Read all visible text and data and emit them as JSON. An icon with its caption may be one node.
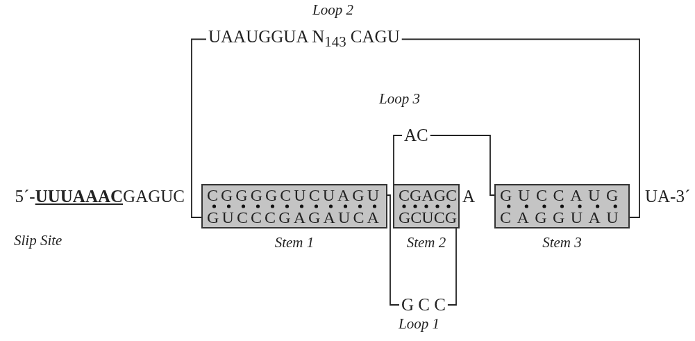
{
  "diagram": {
    "nodes": [
      {
        "text": [
          "CGGGGCUCUAGU",
          "GUCCCGAGAUCA"
        ],
        "beside": [
          "Stem 1"
        ]
      },
      {
        "text": [
          "CGAGC",
          "GCUCG"
        ],
        "beside": [
          "Stem 2"
        ]
      },
      {
        "text": [
          "GUCCAUG",
          "CAGGUAU"
        ],
        "beside": [
          "Stem 3"
        ]
      },
      {
        "text": [
          "UAAUGGUA N$_{143}$ CAGU"
        ],
        "beside": [
          "Loop 2"
        ]
      },
      {
        "text": [
          "AC"
        ],
        "beside": [
          "Loop 3"
        ]
      },
      {
        "text": [
          "G C C"
        ],
        "beside": [
          "Loop 1"
        ]
      }
    ],
    "edges": [
      {
        "from": 0,
        "to": 3,
        "arrow": "none"
      },
      {
        "from": 3,
        "to": 2,
        "arrow": "none"
      },
      {
        "from": 1,
        "to": 4,
        "arrow": "none"
      },
      {
        "from": 4,
        "to": 2,
        "arrow": "none"
      },
      {
        "from": 1,
        "to": 5,
        "arrow": "none"
      },
      {
        "from": 5,
        "to": 0,
        "arrow": "none"
      }
    ],
    "labels": [
      "5´-**UUUAAAC**GAGUC",
      "Slip Site",
      "A",
      "UA-3´"
    ]
  }
}
